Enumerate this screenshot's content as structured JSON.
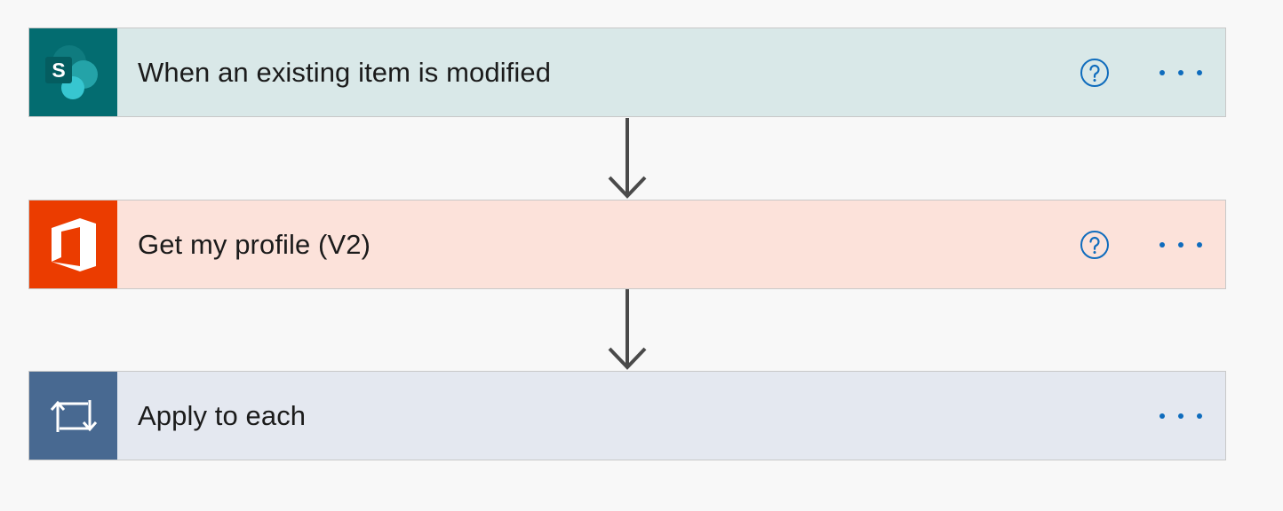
{
  "flow": {
    "steps": [
      {
        "title": "When an existing item is modified",
        "icon": "sharepoint-icon",
        "icon_color": "#036c70",
        "background": "#d9e8e8",
        "has_help": true
      },
      {
        "title": "Get my profile (V2)",
        "icon": "office365-icon",
        "icon_color": "#eb3c00",
        "background": "#fce2da",
        "has_help": true
      },
      {
        "title": "Apply to each",
        "icon": "loop-icon",
        "icon_color": "#486991",
        "background": "#e4e8f0",
        "has_help": false
      }
    ]
  },
  "colors": {
    "accent": "#0f6cbd",
    "arrow": "#4a4a4a",
    "canvas": "#f8f8f8"
  }
}
